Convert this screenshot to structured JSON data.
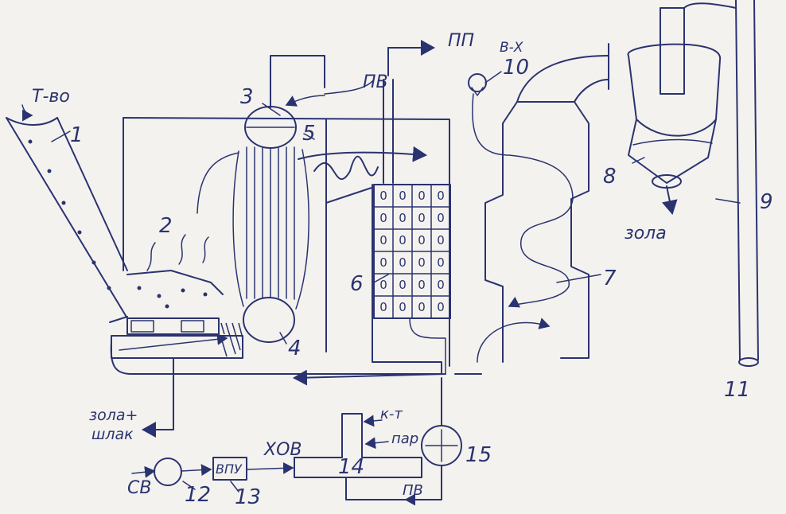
{
  "labels": {
    "fuel": "Т-во",
    "pp": "ПП",
    "pv_top": "ПВ",
    "vx": "В-Х",
    "ash": "зола",
    "ash_slag_1": "зола+",
    "ash_slag_2": "шлак",
    "khov": "ХОВ",
    "kt": "к-т",
    "steam": "пар",
    "pv_bottom": "ПВ",
    "sv": "СВ",
    "vpu": "ВПУ"
  },
  "numbers": {
    "n1": "1",
    "n2": "2",
    "n3": "3",
    "n4": "4",
    "n5": "5",
    "n6": "6",
    "n7": "7",
    "n8": "8",
    "n9": "9",
    "n10": "10",
    "n11": "11",
    "n12": "12",
    "n13": "13",
    "n14": "14",
    "n15": "15"
  },
  "economizer_cell": "0"
}
